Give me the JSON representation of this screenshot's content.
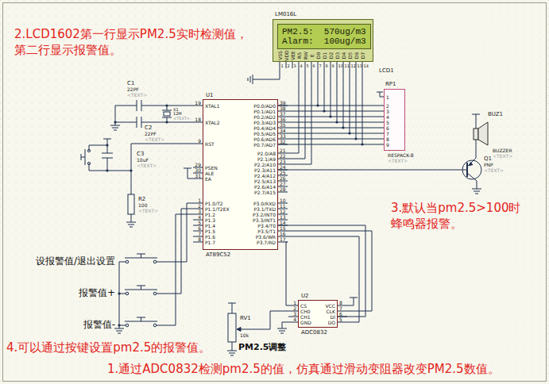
{
  "diagram": {
    "nodes": [
      {
        "text": [
          "LM016L",
          "LCD1"
        ]
      },
      {
        "text": [
          "PM2.5:  570ug/m3",
          "Alarm:  100ug/m3"
        ],
        "in": 0
      },
      {
        "text": [
          "U1",
          "AT89C52"
        ]
      },
      {
        "text": [
          "RP1",
          "RESPACK-8",
          "<TEXT>"
        ]
      },
      {
        "text": [
          "BUZ1",
          "BUZZER",
          "<TEXT>"
        ]
      },
      {
        "text": [
          "U2",
          "ADC0832"
        ]
      }
    ],
    "edges": [
      {
        "from": 2,
        "to": 0,
        "arrow": "none"
      },
      {
        "from": 2,
        "to": 3,
        "arrow": "none"
      },
      {
        "from": 2,
        "to": 4,
        "arrow": "none"
      },
      {
        "from": 2,
        "to": 5,
        "arrow": "none"
      }
    ],
    "labels": [
      "2.LCD1602第一行显示PM2.5实时检测值， 第二行显示报警值。",
      "3.默认当pm2.5>100时 蜂鸣器报警。",
      "4.可以通过按键设置pm2.5的报警值。",
      "1.通过ADC0832检测pm2.5的值，仿真通过滑动变阻器改变PM2.5数值。",
      "VSS",
      "VDD",
      "VEE",
      "RS",
      "RW",
      "E",
      "D0",
      "D1",
      "D2",
      "D3",
      "D4",
      "D5",
      "D6",
      "D7",
      "1",
      "2",
      "3",
      "4",
      "5",
      "6",
      "7",
      "8",
      "9",
      "10",
      "11",
      "12",
      "13",
      "14",
      "XTAL1",
      "XTAL2",
      "RST",
      "PSEN",
      "ALE",
      "EA",
      "P1.0/T2",
      "P1.1/T2EX",
      "P1.2",
      "P1.3",
      "P1.4",
      "P1.5",
      "P1.6",
      "P1.7",
      "19",
      "18",
      "9",
      "29",
      "30",
      "31",
      "1",
      "2",
      "3",
      "4",
      "5",
      "6",
      "7",
      "8",
      "P0.0/AD0",
      "P0.1/AD1",
      "P0.2/AD2",
      "P0.3/AD3",
      "P0.4/AD4",
      "P0.5/AD5",
      "P0.6/AD6",
      "P0.7/AD7",
      "P2.0/A8",
      "P2.1/A9",
      "P2.2/A10",
      "P2.3/A11",
      "P2.4/A12",
      "P2.5/A13",
      "P2.6/A14",
      "P2.7/A15",
      "P3.0/RXD",
      "P3.1/TXD",
      "P3.2/INT0",
      "P3.3/INT1",
      "P3.4/T0",
      "P3.5/T1",
      "P3.6/WR",
      "P3.7/RD",
      "39",
      "38",
      "37",
      "36",
      "35",
      "34",
      "33",
      "32",
      "21",
      "22",
      "23",
      "24",
      "25",
      "26",
      "27",
      "28",
      "10",
      "11",
      "12",
      "13",
      "14",
      "15",
      "16",
      "17",
      "1",
      "2",
      "3",
      "4",
      "5",
      "6",
      "7",
      "8",
      "9",
      "CS",
      "CH0",
      "CH1",
      "GND",
      "VCC",
      "CLK",
      "DI",
      "DO",
      "1",
      "2",
      "3",
      "4",
      "8",
      "7",
      "6",
      "5",
      "C1",
      "22PF",
      "<TEXT>",
      "C2",
      "22PF",
      "<TEXT>",
      "X1",
      "12M",
      "<TEXT>",
      "C3",
      "10uF",
      "<TEXT>",
      "R2",
      "100",
      "<TEXT>",
      "Q1",
      "PNP",
      "<TEXT>",
      "RV1",
      "10k",
      "PM2.5调整",
      "设报警值/退出设置",
      "报警值+",
      "报警值-"
    ]
  }
}
